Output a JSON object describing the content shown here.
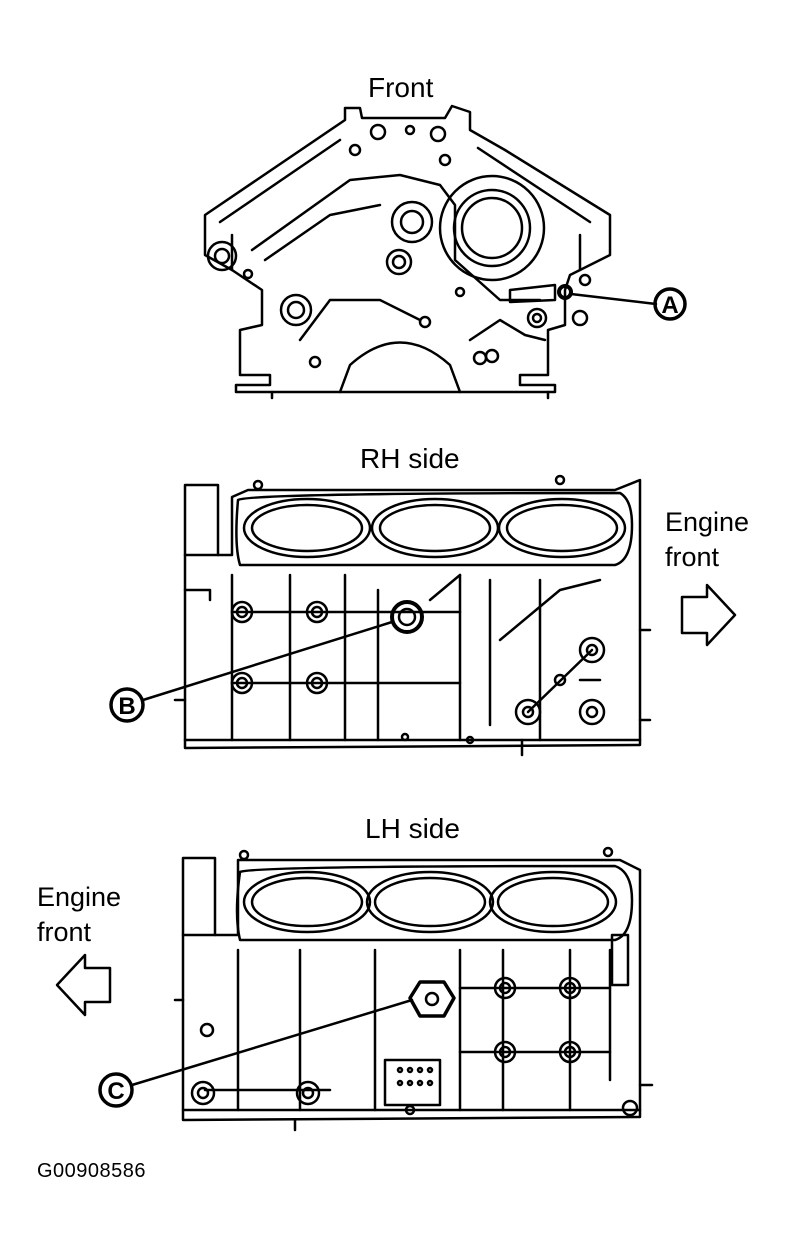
{
  "views": {
    "front": {
      "title": "Front"
    },
    "rh": {
      "title": "RH side",
      "direction": [
        "Engine",
        "front"
      ]
    },
    "lh": {
      "title": "LH side",
      "direction": [
        "Engine",
        "front"
      ]
    }
  },
  "callouts": {
    "a": "A",
    "b": "B",
    "c": "C"
  },
  "figure_code": "G00908586"
}
